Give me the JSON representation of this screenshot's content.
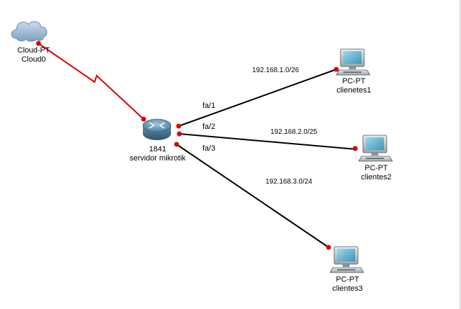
{
  "nodes": {
    "cloud": {
      "type_label": "Cloud-PT",
      "name": "Cloud0",
      "icon": "cloud-icon"
    },
    "router": {
      "type_label": "1841",
      "name": "servidor mikrotik",
      "icon": "router-icon"
    },
    "pc1": {
      "type_label": "PC-PT",
      "name": "clienetes1",
      "icon": "pc-icon"
    },
    "pc2": {
      "type_label": "PC-PT",
      "name": "clientes2",
      "icon": "pc-icon"
    },
    "pc3": {
      "type_label": "PC-PT",
      "name": "clientes3",
      "icon": "pc-icon"
    }
  },
  "links": {
    "serial": {
      "color": "#dd0000"
    },
    "fa1": {
      "interface": "fa/1",
      "network": "192.168.1.0/26"
    },
    "fa2": {
      "interface": "fa/2",
      "network": "192.168.2.0/25"
    },
    "fa3": {
      "interface": "fa/3",
      "network": "192.168.3.0/24"
    }
  },
  "colors": {
    "link_up": "#cc0000",
    "ethernet": "#000000"
  }
}
